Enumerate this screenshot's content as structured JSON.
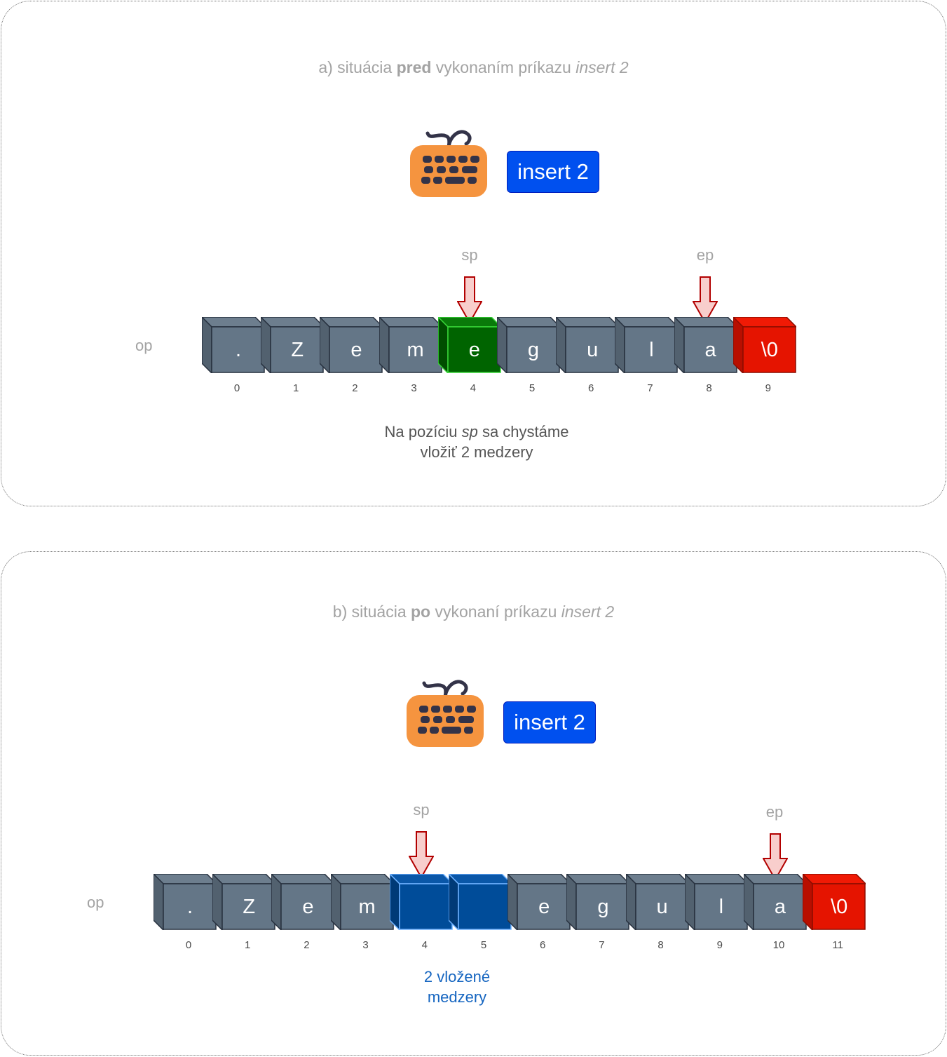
{
  "panel_a": {
    "title": {
      "prefix": "a) situácia ",
      "bold": "pred",
      "middle": " vykonaním príkazu ",
      "italic": "insert 2"
    },
    "command_label": "insert 2",
    "sp_label": "sp",
    "ep_label": "ep",
    "op_label": "op",
    "cells": [
      {
        "char": ".",
        "index": "0",
        "style": "normal"
      },
      {
        "char": "Z",
        "index": "1",
        "style": "normal"
      },
      {
        "char": "e",
        "index": "2",
        "style": "normal"
      },
      {
        "char": "m",
        "index": "3",
        "style": "normal"
      },
      {
        "char": "e",
        "index": "4",
        "style": "green"
      },
      {
        "char": "g",
        "index": "5",
        "style": "normal"
      },
      {
        "char": "u",
        "index": "6",
        "style": "normal"
      },
      {
        "char": "l",
        "index": "7",
        "style": "normal"
      },
      {
        "char": "a",
        "index": "8",
        "style": "normal"
      },
      {
        "char": "\\0",
        "index": "9",
        "style": "red"
      }
    ],
    "note": {
      "prefix": "Na pozíciu ",
      "italic": "sp",
      "suffix": " sa chystáme",
      "line2": "vložiť 2 medzery"
    }
  },
  "panel_b": {
    "title": {
      "prefix": "b) situácia ",
      "bold": "po",
      "middle": " vykonaní príkazu ",
      "italic": "insert 2"
    },
    "command_label": "insert 2",
    "sp_label": "sp",
    "ep_label": "ep",
    "op_label": "op",
    "cells": [
      {
        "char": ".",
        "index": "0",
        "style": "normal"
      },
      {
        "char": "Z",
        "index": "1",
        "style": "normal"
      },
      {
        "char": "e",
        "index": "2",
        "style": "normal"
      },
      {
        "char": "m",
        "index": "3",
        "style": "normal"
      },
      {
        "char": "",
        "index": "4",
        "style": "blue"
      },
      {
        "char": "",
        "index": "5",
        "style": "blue"
      },
      {
        "char": "e",
        "index": "6",
        "style": "normal"
      },
      {
        "char": "g",
        "index": "7",
        "style": "normal"
      },
      {
        "char": "u",
        "index": "8",
        "style": "normal"
      },
      {
        "char": "l",
        "index": "9",
        "style": "normal"
      },
      {
        "char": "a",
        "index": "10",
        "style": "normal"
      },
      {
        "char": "\\0",
        "index": "11",
        "style": "red"
      }
    ],
    "note": {
      "line1": "2 vložené",
      "line2": "medzery"
    }
  },
  "colors": {
    "cell_normal": "#647687",
    "cell_green": "#006400",
    "cell_red": "#e51400",
    "cell_blue": "#004c99",
    "command_bg": "#0050ef",
    "arrow_fill": "#f8cecc",
    "arrow_stroke": "#b20000",
    "keyboard_body": "#f5943f",
    "keyboard_keys": "#333348"
  },
  "icons": {
    "keyboard": "keyboard-icon",
    "arrow": "down-arrow-icon"
  }
}
